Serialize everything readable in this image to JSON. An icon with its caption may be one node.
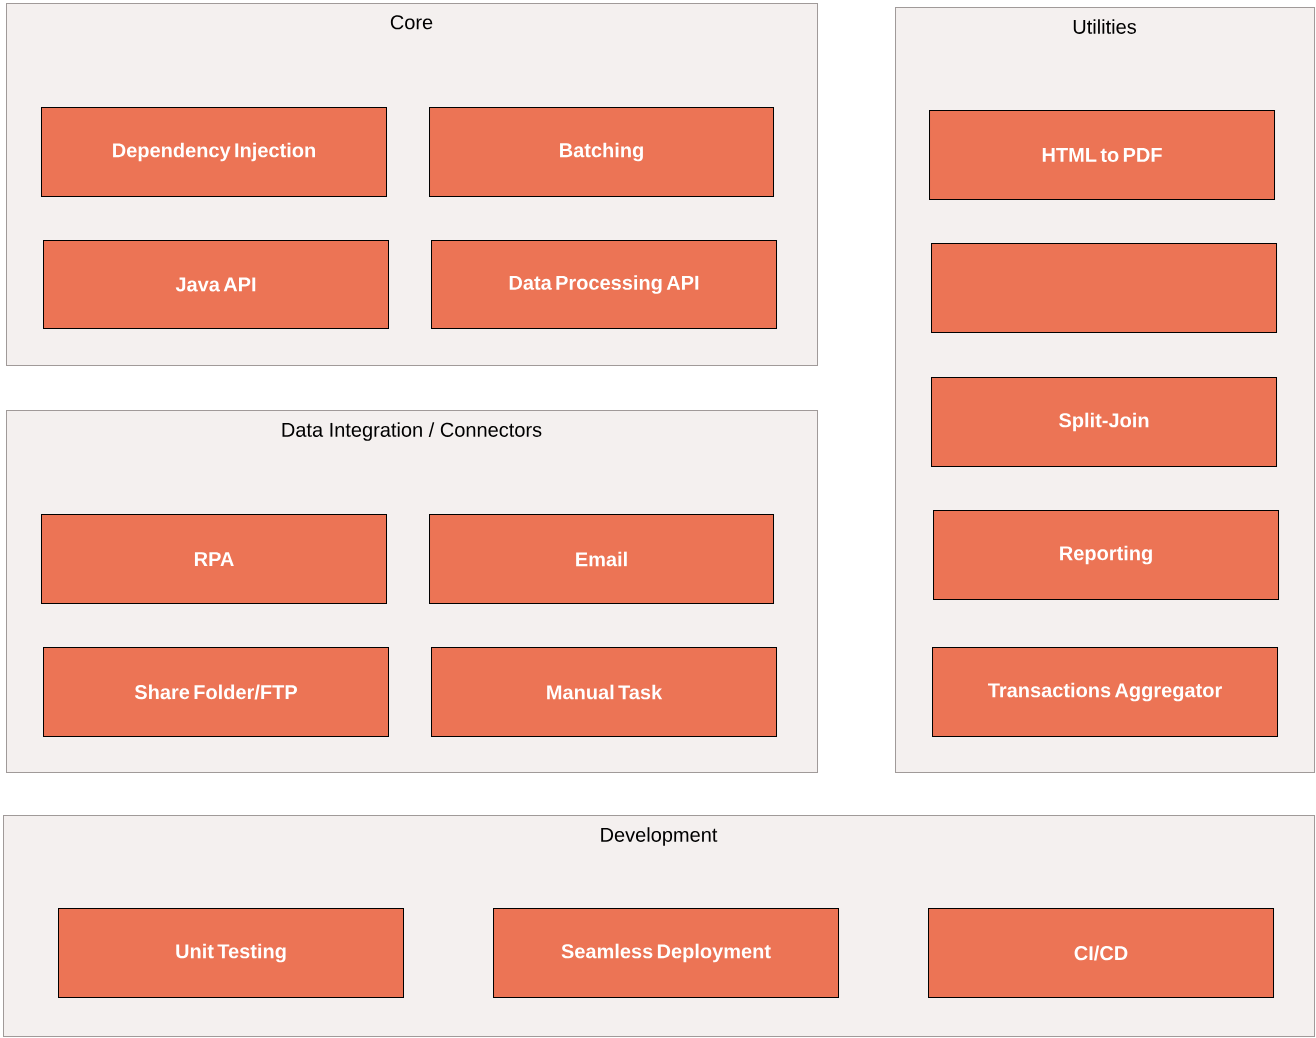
{
  "diagram": {
    "nodes": [
      {
        "text": [
          "Core"
        ]
      },
      {
        "text": [
          "Dependency Injection"
        ],
        "in": 0
      },
      {
        "text": [
          "Batching"
        ],
        "in": 0
      },
      {
        "text": [
          "Java API"
        ],
        "in": 0
      },
      {
        "text": [
          "Data Processing API"
        ],
        "in": 0
      },
      {
        "text": [
          "Utilities"
        ]
      },
      {
        "text": [
          "HTML to PDF"
        ],
        "in": 5
      },
      {
        "text": [],
        "shape": "box",
        "in": 5
      },
      {
        "text": [
          "Split-Join"
        ],
        "in": 5
      },
      {
        "text": [
          "Reporting"
        ],
        "in": 5
      },
      {
        "text": [
          "Transactions Aggregator"
        ],
        "in": 5
      },
      {
        "text": [
          "Data Integration / Connectors"
        ]
      },
      {
        "text": [
          "RPA"
        ],
        "in": 11
      },
      {
        "text": [
          "Email"
        ],
        "in": 11
      },
      {
        "text": [
          "Share Folder/FTP"
        ],
        "in": 11
      },
      {
        "text": [
          "Manual Task"
        ],
        "in": 11
      },
      {
        "text": [
          "Development"
        ]
      },
      {
        "text": [
          "Unit Testing"
        ],
        "in": 16
      },
      {
        "text": [
          "Seamless Deployment"
        ],
        "in": 16
      },
      {
        "text": [
          "CI/CD"
        ],
        "in": 16
      }
    ],
    "edges": []
  }
}
